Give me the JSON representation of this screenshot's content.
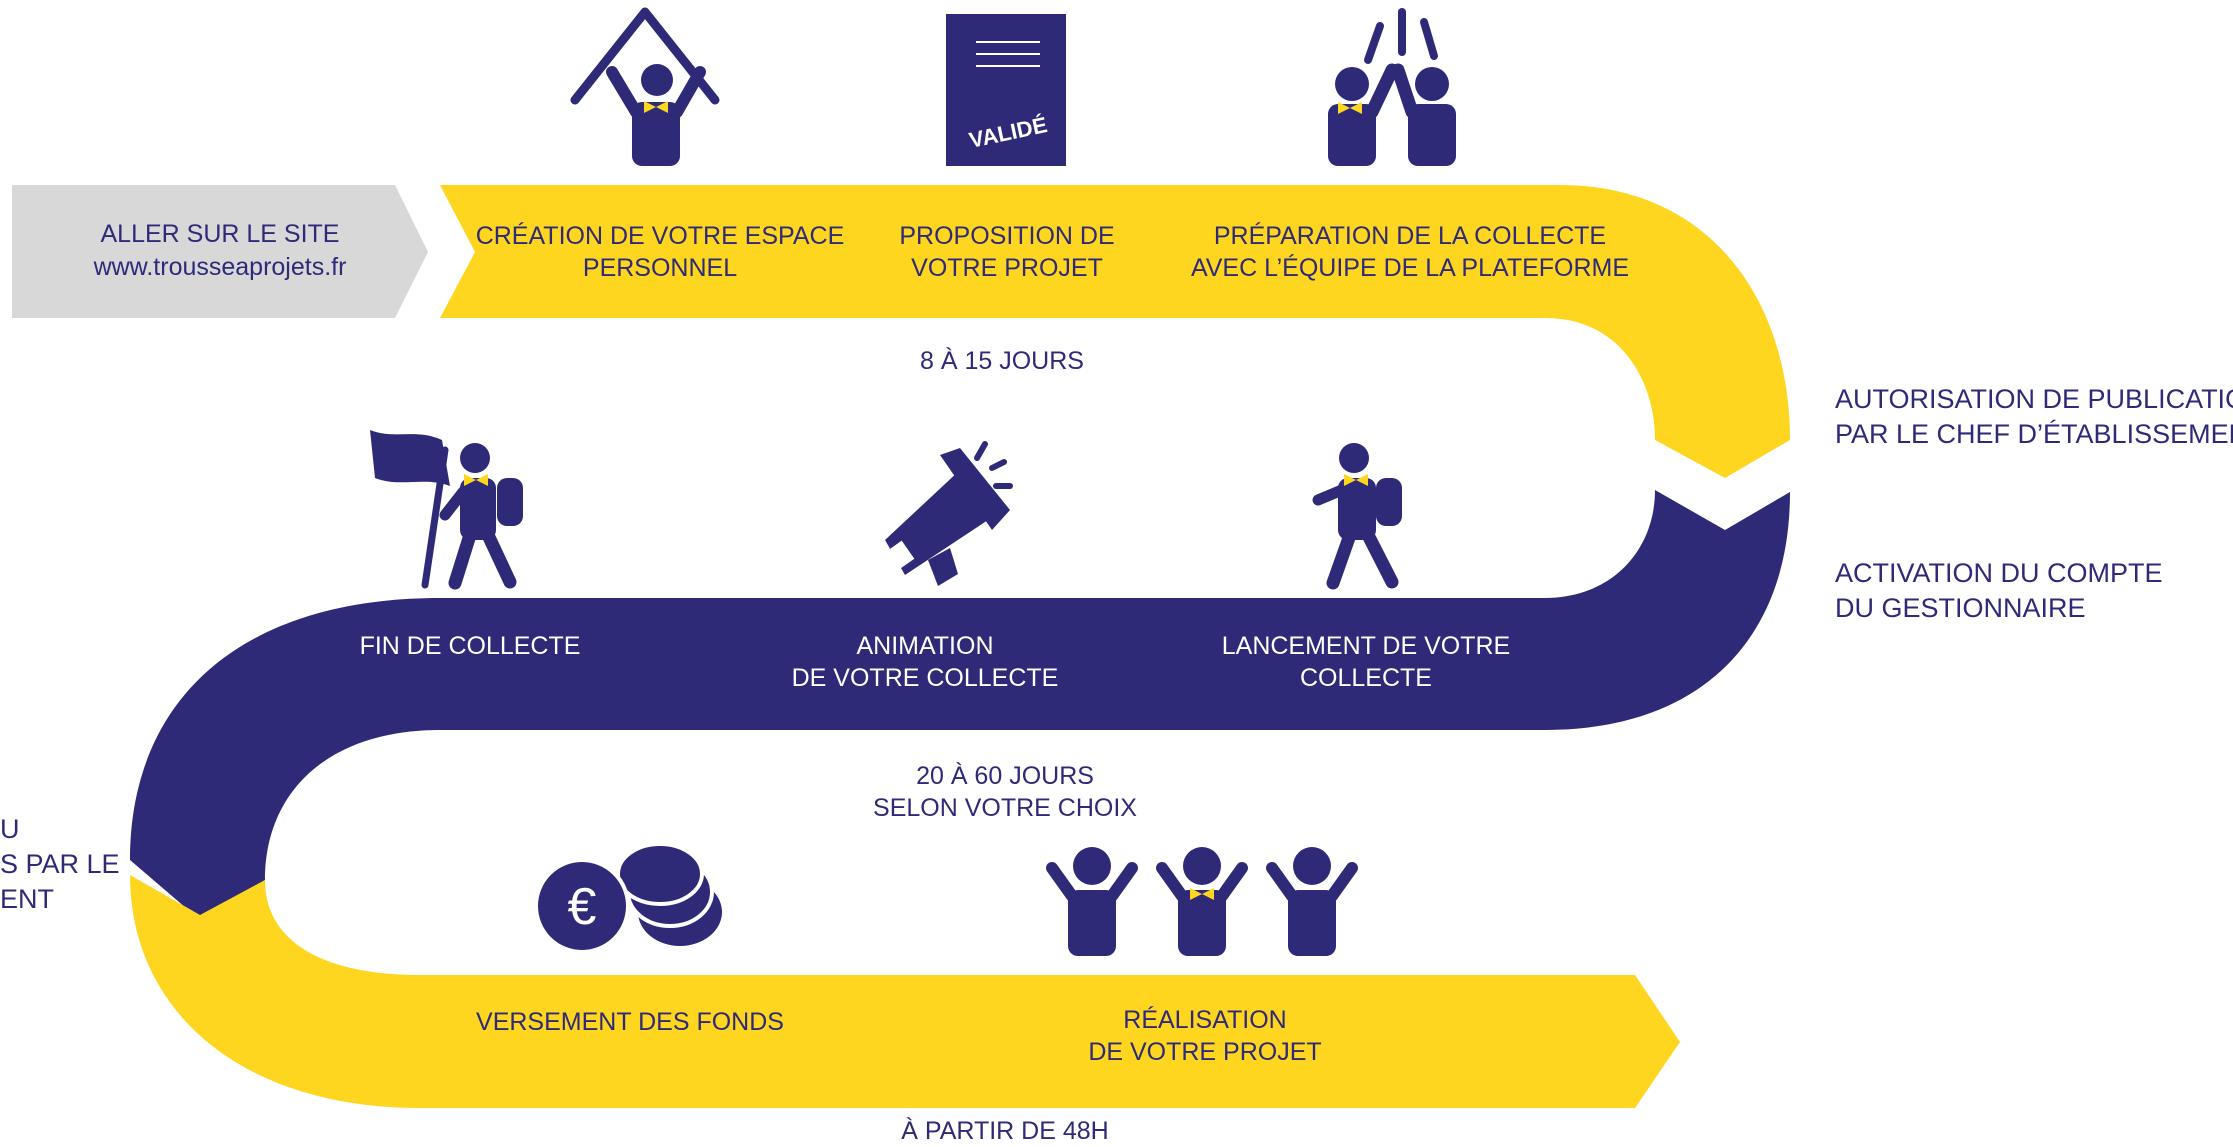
{
  "colors": {
    "navy": "#2e2a78",
    "yellow": "#fed51f",
    "gray": "#d8d8d8",
    "white": "#ffffff"
  },
  "start": {
    "line1": "ALLER SUR LE SITE",
    "line2": "www.trousseaprojets.fr"
  },
  "row1": {
    "steps": [
      {
        "line1": "CRÉATION DE VOTRE ESPACE",
        "line2": "PERSONNEL",
        "icon": "person-under-roof-icon"
      },
      {
        "line1": "PROPOSITION DE",
        "line2": "VOTRE PROJET",
        "icon": "validated-document-icon",
        "badge": "VALIDÉ"
      },
      {
        "line1": "PRÉPARATION DE LA COLLECTE",
        "line2": "AVEC L’ÉQUIPE DE LA PLATEFORME",
        "icon": "high-five-icon"
      }
    ],
    "duration": "8 À 15 JOURS"
  },
  "right_notes": {
    "note1": {
      "line1": "AUTORISATION DE PUBLICATION",
      "line2": "PAR LE CHEF D’ÉTABLISSEMENT"
    },
    "note2": {
      "line1": "ACTIVATION DU COMPTE",
      "line2": "DU GESTIONNAIRE"
    }
  },
  "row2": {
    "steps": [
      {
        "line1": "FIN DE COLLECTE",
        "line2": "",
        "icon": "hiker-with-flag-icon"
      },
      {
        "line1": "ANIMATION",
        "line2": "DE VOTRE COLLECTE",
        "icon": "megaphone-icon"
      },
      {
        "line1": "LANCEMENT DE VOTRE",
        "line2": "COLLECTE",
        "icon": "hiker-walking-icon"
      }
    ],
    "duration_line1": "20 À 60 JOURS",
    "duration_line2": "SELON VOTRE CHOIX"
  },
  "left_note": {
    "line1": "U",
    "line2": "S PAR LE",
    "line3": "ENT"
  },
  "row3": {
    "steps": [
      {
        "line1": "VERSEMENT DES FONDS",
        "line2": "",
        "icon": "euro-coins-icon",
        "symbol": "€"
      },
      {
        "line1": "RÉALISATION",
        "line2": "DE VOTRE PROJET",
        "icon": "cheering-group-icon"
      }
    ],
    "duration": "À PARTIR DE 48H"
  }
}
